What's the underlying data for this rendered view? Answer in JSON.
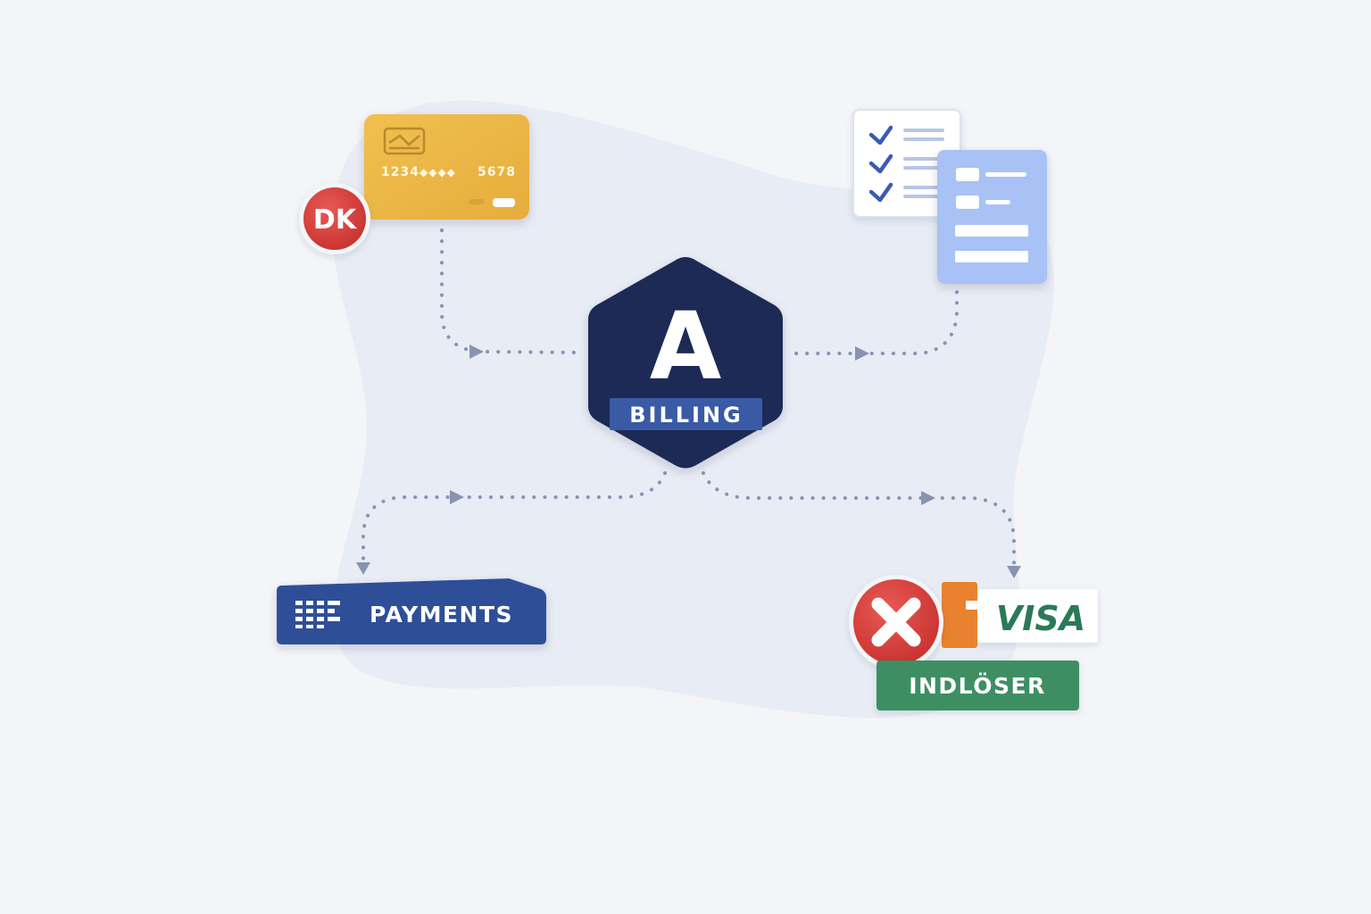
{
  "card": {
    "number_start": "1234",
    "number_mask": "◆◆◆◆",
    "number_end": "5678"
  },
  "dk_badge": {
    "text": "DK"
  },
  "hub": {
    "letter": "A",
    "label": "BILLING"
  },
  "payments": {
    "label": "PAYMENTS"
  },
  "acquirer": {
    "brand": "VISA",
    "label": "INDLÖSER"
  },
  "colors": {
    "background": "#f3f5f8",
    "blob": "#e8ecf4",
    "navy": "#1b2a55",
    "billing_band": "#3a5aa6",
    "card_gold": "#ebb94a",
    "dk_red": "#d9433f",
    "doc_blue": "#a8c2f5",
    "check_blue": "#3b5bb3",
    "payments_blue": "#2f4f98",
    "visa_green": "#2a7a58",
    "indloser_green": "#3d8f64",
    "orange": "#e8822e",
    "connector": "#8893b0"
  }
}
